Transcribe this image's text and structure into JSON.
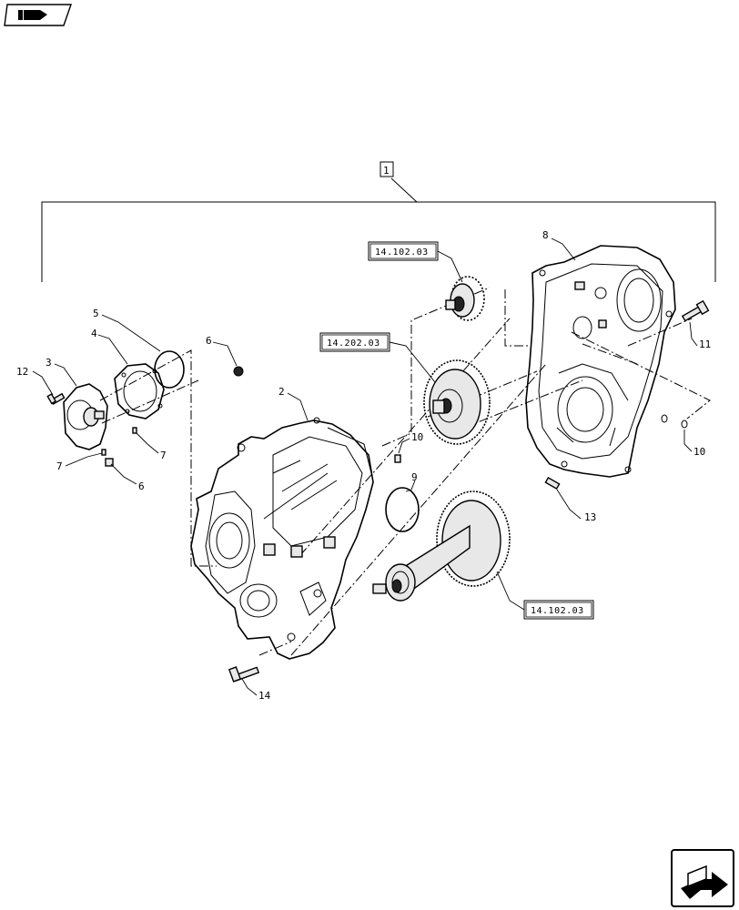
{
  "assembly_callout": "1",
  "part_labels": {
    "p2": "2",
    "p3": "3",
    "p4": "4",
    "p5": "5",
    "p6a": "6",
    "p6b": "6",
    "p7a": "7",
    "p7b": "7",
    "p8": "8",
    "p9": "9",
    "p10a": "10",
    "p10b": "10",
    "p11": "11",
    "p12": "12",
    "p13": "13",
    "p14": "14"
  },
  "references": {
    "gear_small": "14.102.03",
    "gear_mid": "14.202.03",
    "gear_shaft": "14.102.03"
  },
  "icons": {
    "top_left": "book-navigation-icon",
    "bottom_right": "next-page-arrow-icon"
  }
}
